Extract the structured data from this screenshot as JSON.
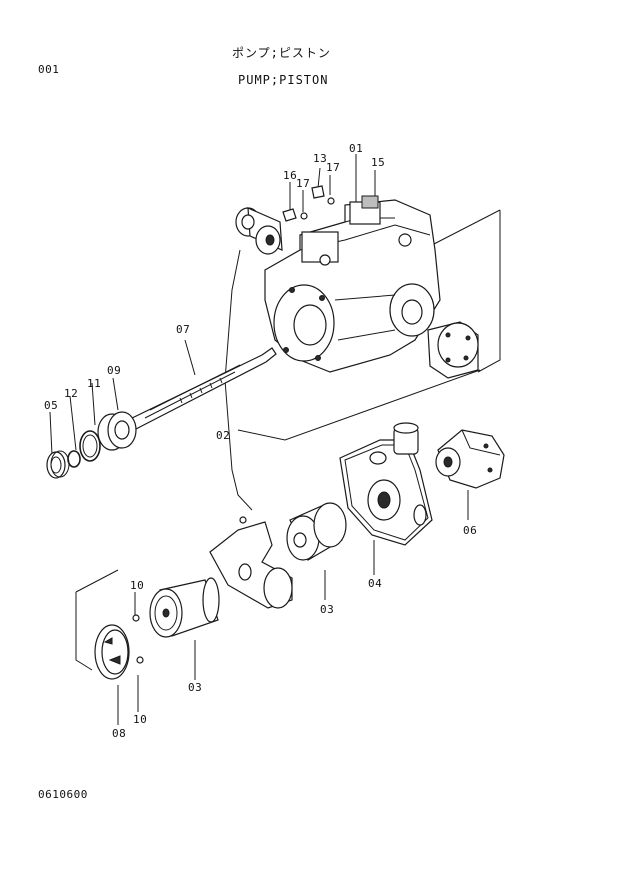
{
  "page_code": "001",
  "title_jp": "ポンプ;ピストン",
  "title_en": "PUMP;PISTON",
  "footer_code": "0610600",
  "part_labels": {
    "p01": "01",
    "p02": "02",
    "p03a": "03",
    "p03b": "03",
    "p04": "04",
    "p05": "05",
    "p06": "06",
    "p07": "07",
    "p08": "08",
    "p09": "09",
    "p10a": "10",
    "p10b": "10",
    "p11": "11",
    "p12": "12",
    "p13": "13",
    "p15": "15",
    "p16": "16",
    "p17a": "17",
    "p17b": "17"
  }
}
